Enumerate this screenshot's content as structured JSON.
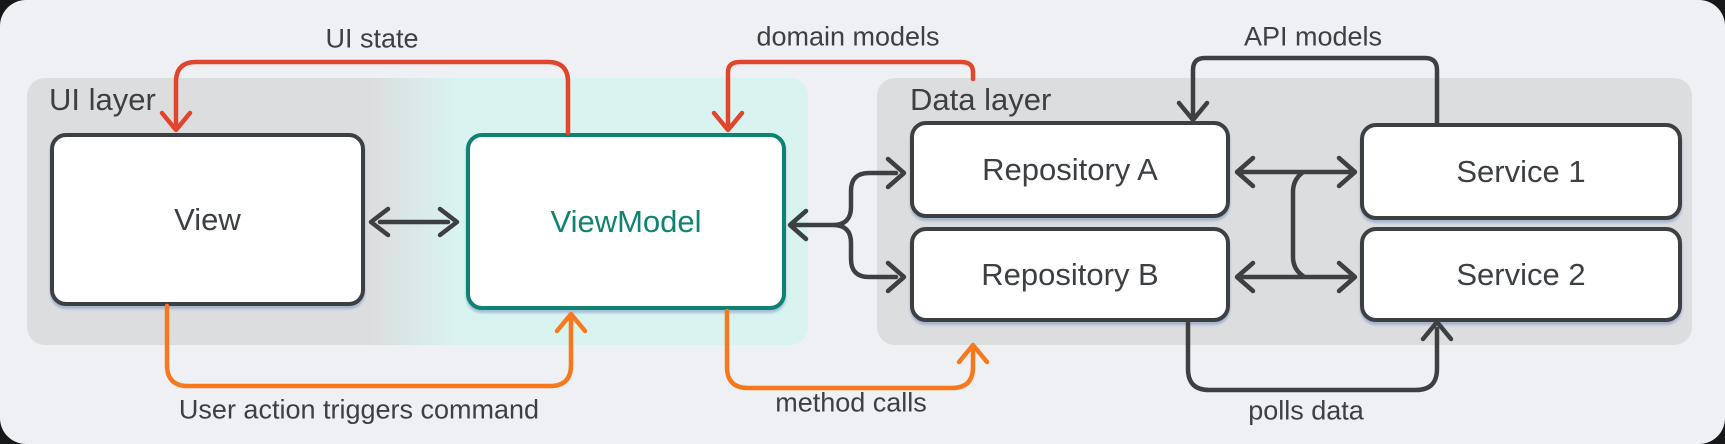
{
  "page": {
    "outside_background": "#17181a",
    "canvas_background": "#eef0f3"
  },
  "colors": {
    "red": "#e1452c",
    "orange": "#f8791d",
    "dark": "#3c4043",
    "teal": "#108272",
    "teal_background": "#d8f3f0",
    "layer_gray": "#dcddde",
    "box_background": "#ffffff"
  },
  "layers": {
    "ui": {
      "label": "UI layer"
    },
    "data": {
      "label": "Data layer"
    }
  },
  "boxes": {
    "view": {
      "label": "View"
    },
    "viewmodel": {
      "label": "ViewModel"
    },
    "repository_a": {
      "label": "Repository A"
    },
    "repository_b": {
      "label": "Repository B"
    },
    "service_1": {
      "label": "Service 1"
    },
    "service_2": {
      "label": "Service 2"
    }
  },
  "arrows": {
    "ui_state": {
      "label": "UI state",
      "color": "#e1452c",
      "from": "ViewModel",
      "to": "View"
    },
    "domain_models": {
      "label": "domain models",
      "color": "#e1452c",
      "from": "Data layer",
      "to": "ViewModel"
    },
    "api_models": {
      "label": "API models",
      "color": "#3c4043",
      "from": "Service 1",
      "to": "Repository A"
    },
    "user_action": {
      "label": "User action triggers command",
      "color": "#f8791d",
      "from": "View",
      "to": "ViewModel"
    },
    "method_calls": {
      "label": "method calls",
      "color": "#f8791d",
      "from": "ViewModel",
      "to": "Data layer"
    },
    "polls_data": {
      "label": "polls data",
      "color": "#3c4043",
      "from": "Repository B",
      "to": "Service 2"
    },
    "view_viewmodel": {
      "label": "",
      "color": "#3c4043",
      "from": "View",
      "to": "ViewModel",
      "bidirectional": true
    },
    "viewmodel_repositories": {
      "label": "",
      "color": "#3c4043",
      "from": "ViewModel",
      "to": "Repository A / Repository B",
      "bidirectional": true
    },
    "repo_a_service_1": {
      "label": "",
      "color": "#3c4043",
      "from": "Repository A",
      "to": "Service 1",
      "bidirectional": true
    },
    "repo_b_service_2": {
      "label": "",
      "color": "#3c4043",
      "from": "Repository B",
      "to": "Service 2",
      "bidirectional": true
    }
  }
}
